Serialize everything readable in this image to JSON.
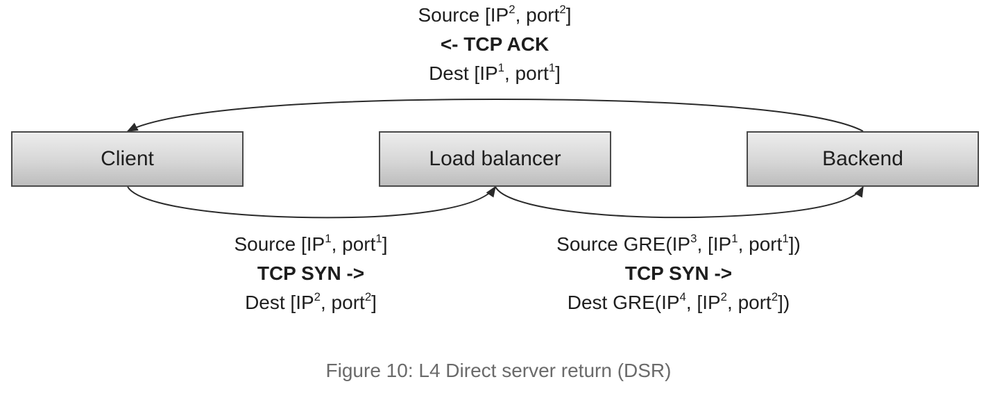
{
  "nodes": {
    "client": "Client",
    "load_balancer": "Load balancer",
    "backend": "Backend"
  },
  "edges": {
    "ack": {
      "source_prefix": "Source [IP",
      "source_sup1": "2",
      "source_mid": ", port",
      "source_sup2": "2",
      "source_suffix": "]",
      "action": "<- TCP ACK",
      "dest_prefix": "Dest [IP",
      "dest_sup1": "1",
      "dest_mid": ", port",
      "dest_sup2": "1",
      "dest_suffix": "]"
    },
    "client_to_lb": {
      "source_prefix": "Source [IP",
      "source_sup1": "1",
      "source_mid": ", port",
      "source_sup2": "1",
      "source_suffix": "]",
      "action": "TCP SYN ->",
      "dest_prefix": "Dest [IP",
      "dest_sup1": "2",
      "dest_mid": ", port",
      "dest_sup2": "2",
      "dest_suffix": "]"
    },
    "lb_to_backend": {
      "source_prefix": "Source GRE(IP",
      "source_sup0": "3",
      "source_pre": ", [IP",
      "source_sup1": "1",
      "source_mid": ", port",
      "source_sup2": "1",
      "source_suffix": "])",
      "action": "TCP SYN ->",
      "dest_prefix": "Dest GRE(IP",
      "dest_sup0": "4",
      "dest_pre": ", [IP",
      "dest_sup1": "2",
      "dest_mid": ", port",
      "dest_sup2": "2",
      "dest_suffix": "])"
    }
  },
  "caption": "Figure 10: L4 Direct server return (DSR)"
}
